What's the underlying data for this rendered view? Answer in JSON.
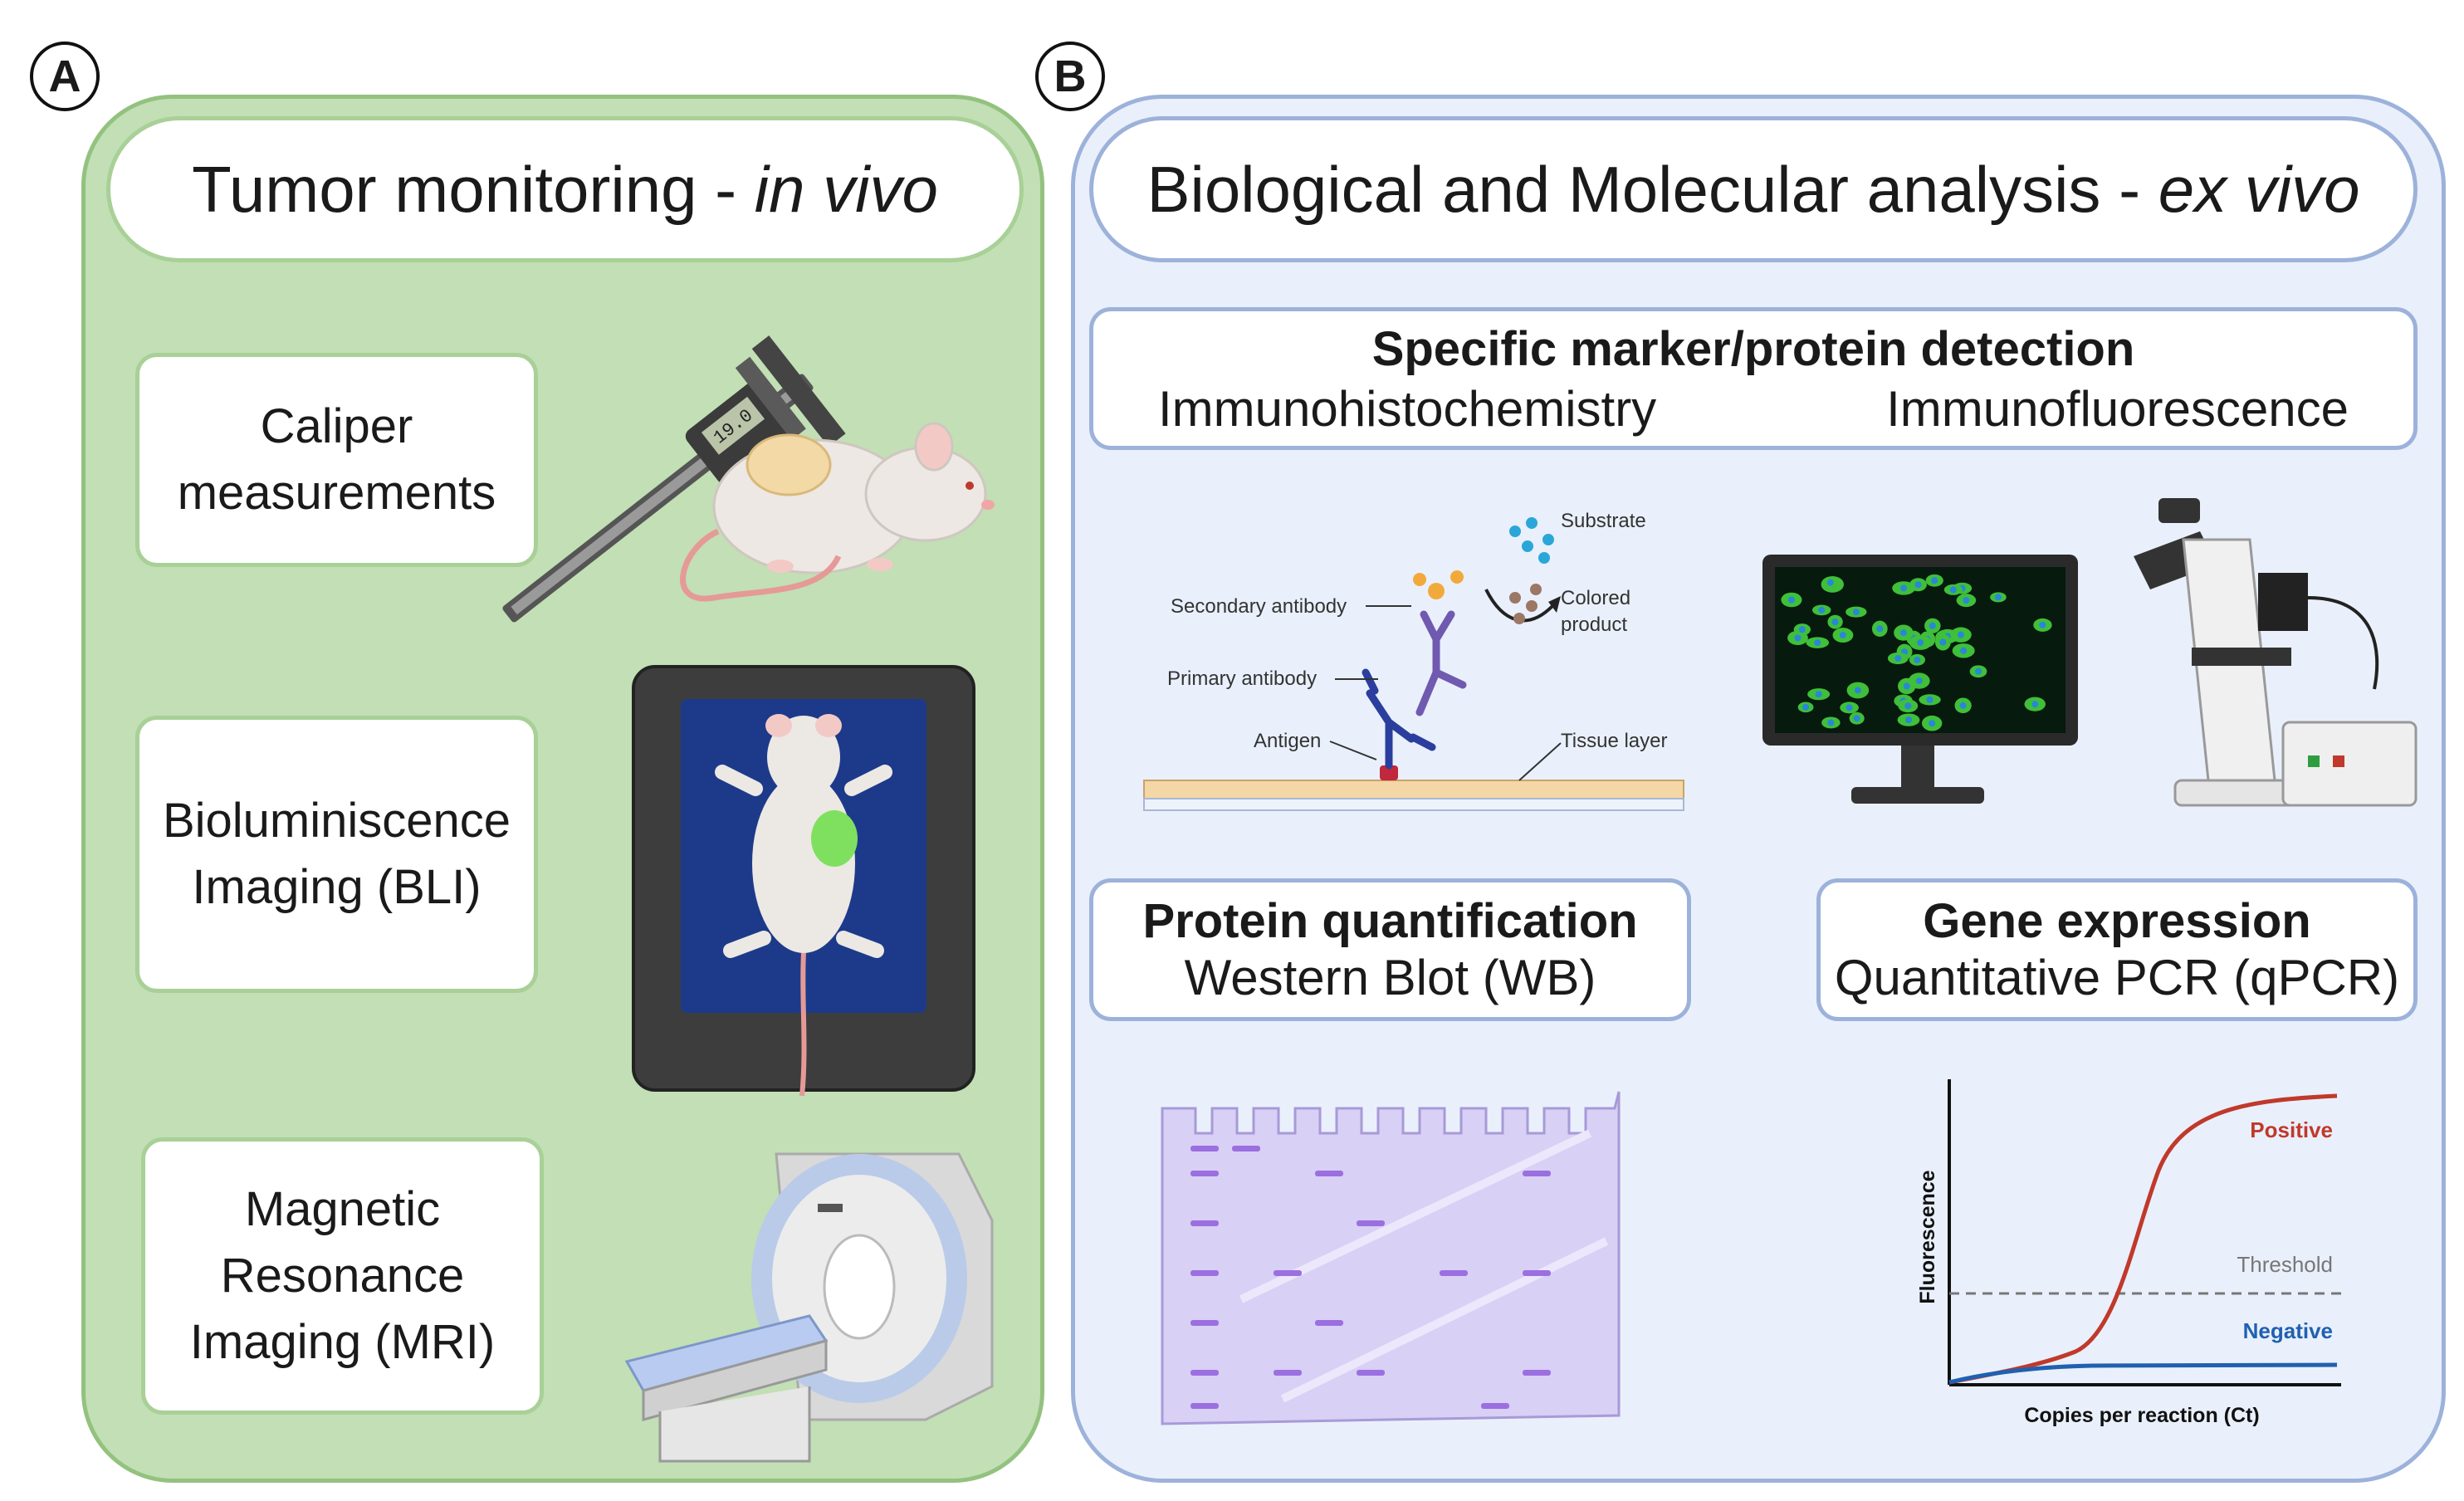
{
  "panel_a": {
    "letter": "A",
    "title_main": "Tumor monitoring - ",
    "title_italic": "in vivo",
    "items": [
      {
        "lines": [
          "Caliper",
          "measurements"
        ],
        "caliper_readout": "19.0"
      },
      {
        "lines": [
          "Bioluminiscence",
          "Imaging (BLI)"
        ]
      },
      {
        "lines": [
          "Magnetic",
          "Resonance",
          "Imaging (MRI)"
        ]
      }
    ]
  },
  "panel_b": {
    "letter": "B",
    "title_main": "Biological and Molecular analysis - ",
    "title_italic": "ex vivo",
    "detection": {
      "title": "Specific marker/protein detection",
      "left": "Immunohistochemistry",
      "right": "Immunofluorescence"
    },
    "ihc_labels": {
      "substrate": "Substrate",
      "colored_product": [
        "Colored",
        "product"
      ],
      "secondary": "Secondary antibody",
      "primary": "Primary antibody",
      "antigen": "Antigen",
      "tissue": "Tissue layer"
    },
    "protein": {
      "title": "Protein quantification",
      "method": "Western Blot (WB)"
    },
    "gene": {
      "title": "Gene expression",
      "method": "Quantitative PCR (qPCR)"
    },
    "qpcr_chart": {
      "ylabel": "Fluorescence",
      "xlabel": "Copies per reaction (Ct)",
      "positive": "Positive",
      "threshold": "Threshold",
      "negative": "Negative"
    }
  },
  "colors": {
    "panel_a_bg": "#c2dfb5",
    "panel_b_bg": "#e9f0fb",
    "positive": "#c0392b",
    "negative": "#2060b0",
    "band": "#9b6fe0"
  }
}
